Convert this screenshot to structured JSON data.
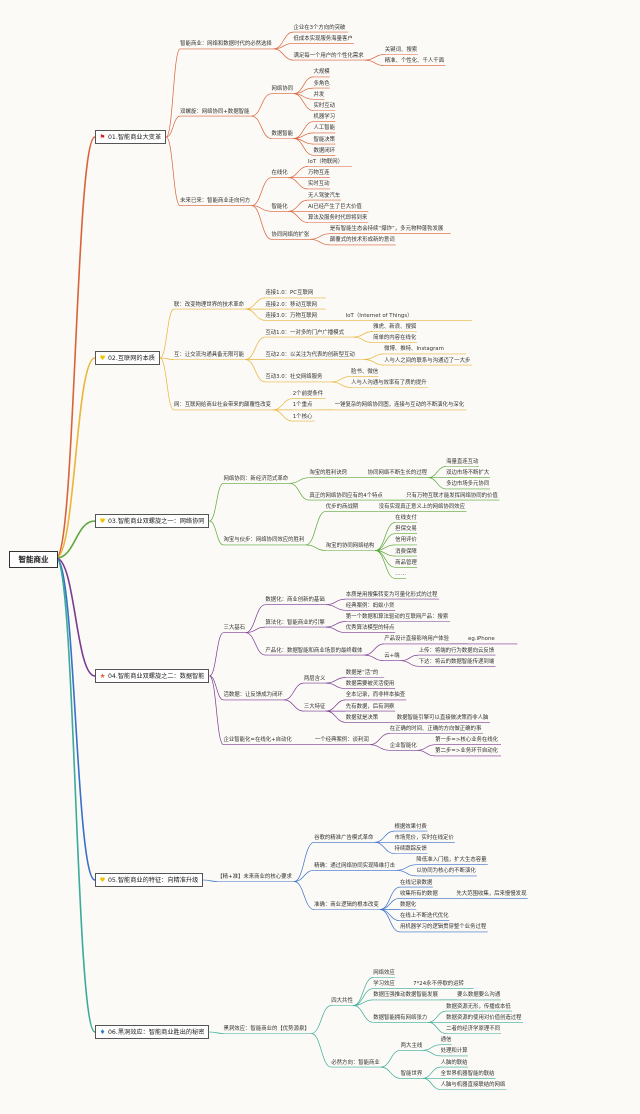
{
  "root": {
    "label": "智能商业"
  },
  "branches": [
    {
      "id": "b1",
      "label": "01.智能商业大变革",
      "icon": "red-flag-icon",
      "iconChar": "⚑",
      "iconColor": "#d0211d",
      "color": "#d9623a",
      "children": [
        {
          "label": "智能商业：网络和数据时代的必然选择",
          "children": [
            {
              "label": "企业在3个方向的突破"
            },
            {
              "label": "低成本实现服务海量客户"
            },
            {
              "label": "满足每一个用户的个性化需求",
              "children": [
                {
                  "label": "关键词、搜索"
                },
                {
                  "label": "精准、个性化、千人千面"
                }
              ]
            }
          ]
        },
        {
          "label": "双螺旋：网络协同+数据智能",
          "children": [
            {
              "label": "网络协同",
              "children": [
                {
                  "label": "大规模"
                },
                {
                  "label": "多角色"
                },
                {
                  "label": "并发"
                },
                {
                  "label": "实时互动"
                }
              ]
            },
            {
              "label": "数据智能",
              "children": [
                {
                  "label": "机器学习"
                },
                {
                  "label": "人工智能"
                },
                {
                  "label": "智能决策"
                },
                {
                  "label": "数据闭环"
                }
              ]
            }
          ]
        },
        {
          "label": "未来已来：智能商业走向何方",
          "children": [
            {
              "label": "在线化",
              "children": [
                {
                  "label": "IoT（物联网）"
                },
                {
                  "label": "万物互连"
                },
                {
                  "label": "实时互动"
                }
              ]
            },
            {
              "label": "智能化",
              "children": [
                {
                  "label": "无人驾驶汽车"
                },
                {
                  "label": "AI已经产生了巨大价值"
                },
                {
                  "label": "算法及服务时代即将到来"
                }
              ]
            },
            {
              "label": "协同网络的扩张",
              "children": [
                {
                  "label": "是有智能生态会持续“爆炸”，多元物种蓬勃发展"
                },
                {
                  "label": "颠覆式的技术形成新的意词"
                }
              ]
            }
          ]
        }
      ]
    },
    {
      "id": "b2",
      "label": "02.互联网的本质",
      "icon": "heart-icon",
      "iconChar": "♥",
      "iconColor": "#f2c400",
      "color": "#e9b53a",
      "children": [
        {
          "label": "联：改变物理世界的技术革命",
          "children": [
            {
              "label": "连接1.0：PC互联网"
            },
            {
              "label": "连接2.0：移动互联网"
            },
            {
              "label": "连接3.0：万物互联网",
              "children": [
                {
                  "label": "IoT（Internet of Things）"
                }
              ]
            }
          ]
        },
        {
          "label": "互：让交流沟通具备无限可能",
          "children": [
            {
              "label": "互动1.0：一对多的门户广播模式",
              "children": [
                {
                  "label": "雅虎、新浪、搜狐"
                },
                {
                  "label": "简单的内容在线化"
                }
              ]
            },
            {
              "label": "互动2.0：以关注为代表的创新型互动",
              "children": [
                {
                  "label": "微博、推特、Instagram"
                },
                {
                  "label": "人与人之间的联系与沟通迈了一大步"
                }
              ]
            },
            {
              "label": "互动3.0：社交网络服务",
              "children": [
                {
                  "label": "脸书、微信"
                },
                {
                  "label": "人与人沟通与效率有了质的提升"
                }
              ]
            }
          ]
        },
        {
          "label": "网：互联网给商业社会带来的颠覆性改变",
          "children": [
            {
              "label": "2个前提条件"
            },
            {
              "label": "1个重点",
              "children": [
                {
                  "label": "一锤复杂的网络协同图，连接与互动的不断演化与深化"
                }
              ]
            },
            {
              "label": "1个核心"
            }
          ]
        }
      ]
    },
    {
      "id": "b3",
      "label": "03.智能商业双螺旋之一：网络协同",
      "icon": "heart-icon",
      "iconChar": "♥",
      "iconColor": "#f2c400",
      "color": "#5aa83a",
      "children": [
        {
          "label": "网络协同：新经济范式革命",
          "children": [
            {
              "label": "淘宝的胜利诀窍",
              "children": [
                {
                  "label": "协同网络不断生长的过程",
                  "children": [
                    {
                      "label": "海量直连互动"
                    },
                    {
                      "label": "双边市场不断扩大"
                    },
                    {
                      "label": "多边市场多元协同"
                    }
                  ]
                }
              ]
            },
            {
              "label": "真正的网络协同应有的4个特点",
              "children": [
                {
                  "label": "只有万物互联才能发挥网络协同的价值"
                }
              ]
            }
          ]
        },
        {
          "label": "淘宝与伙步：网络协同效应的胜利",
          "children": [
            {
              "label": "优步的商战期",
              "children": [
                {
                  "label": "没有实现真正意义上的网络协同效应"
                }
              ]
            },
            {
              "label": "淘宝的协同网络结构",
              "children": [
                {
                  "label": "在线支付"
                },
                {
                  "label": "担保交易"
                },
                {
                  "label": "信用评价"
                },
                {
                  "label": "消费保障"
                },
                {
                  "label": "商品管理"
                },
                {
                  "label": "……"
                }
              ]
            }
          ]
        }
      ]
    },
    {
      "id": "b4",
      "label": "04.智能商业双螺旋之二：数据智能",
      "icon": "star-icon",
      "iconChar": "★",
      "iconColor": "#e8632b",
      "color": "#7a3a93",
      "children": [
        {
          "label": "三大基石",
          "children": [
            {
              "label": "数据化：商业创新的基础",
              "children": [
                {
                  "label": "本质是用搜集转变为可量化形式的过程"
                },
                {
                  "label": "经典案例：蚂蚁小贷"
                }
              ]
            },
            {
              "label": "算法化：智能商业的引擎",
              "children": [
                {
                  "label": "第一个数据和算法驱动的互联网产品：搜索"
                },
                {
                  "label": "优秀算法模型的特点"
                }
              ]
            },
            {
              "label": "产品化：数据智能和商业场景的最终载体",
              "children": [
                {
                  "label": "产品设计直接影响用户体验",
                  "children": [
                    {
                      "label": "eg.iPhone"
                    }
                  ]
                },
                {
                  "label": "云+端",
                  "children": [
                    {
                      "label": "上传：将端的行为数据向云反馈"
                    },
                    {
                      "label": "下达：将云的数据智能传递到端"
                    }
                  ]
                }
              ]
            }
          ]
        },
        {
          "label": "活数据：让反馈成为闭环",
          "children": [
            {
              "label": "两层含义",
              "children": [
                {
                  "label": "数据是“活”的"
                },
                {
                  "label": "数据需要被灵活使用"
                }
              ]
            },
            {
              "label": "三大特征",
              "children": [
                {
                  "label": "全本记录，而非样本抽查"
                },
                {
                  "label": "先有数据，后有洞察"
                },
                {
                  "label": "数据就是决策",
                  "children": [
                    {
                      "label": "数据智能引擎可以直接做决策而非人脑"
                    }
                  ]
                }
              ]
            }
          ]
        },
        {
          "label": "企业智能化=在线化+自动化",
          "children": [
            {
              "label": "一个经典案例：谈利润",
              "children": [
                {
                  "label": "在正确的时间、正确的方向做正确的事"
                },
                {
                  "label": "企业智能化",
                  "children": [
                    {
                      "label": "第一步=>核心业务在线化"
                    },
                    {
                      "label": "第二步=>业务环节自动化"
                    }
                  ]
                }
              ]
            }
          ]
        }
      ]
    },
    {
      "id": "b5",
      "label": "05.智能商业的特征：向精准升级",
      "icon": "heart-icon",
      "iconChar": "♥",
      "iconColor": "#f2c400",
      "color": "#3a6fc8",
      "children": [
        {
          "label": "【精+准】未来商业的核心要求",
          "children": [
            {
              "label": "谷歌的精准广告模式革命",
              "children": [
                {
                  "label": "根据效果付费"
                },
                {
                  "label": "市场竞价，实时在线定价"
                },
                {
                  "label": "持续跟踪反馈"
                }
              ]
            },
            {
              "label": "精确：通过网络协同实现降维打击",
              "children": [
                {
                  "label": "降低准入门槛，扩大生态容量"
                },
                {
                  "label": "以协同为核心的不断演化"
                }
              ]
            },
            {
              "label": "准确：商业逻辑的根本改变",
              "children": [
                {
                  "label": "在线记录数据"
                },
                {
                  "label": "收集所有的数据",
                  "children": [
                    {
                      "label": "先大范围收集，后来慢慢发现"
                    }
                  ]
                },
                {
                  "label": "数据化"
                },
                {
                  "label": "在线上不断迭代优化"
                },
                {
                  "label": "用机器学习的逻辑贯穿整个业务过程"
                }
              ]
            }
          ]
        }
      ]
    },
    {
      "id": "b6",
      "label": "06.黑洞效应：智能商业胜出的秘密",
      "icon": "fire-icon",
      "iconChar": "♦",
      "iconColor": "#2b7fd6",
      "color": "#3aaa9a",
      "children": [
        {
          "label": "黑洞效应：智能商业的【优势源泉】",
          "children": [
            {
              "label": "四大共性",
              "children": [
                {
                  "label": "网络效应"
                },
                {
                  "label": "学习效应",
                  "children": [
                    {
                      "label": "7*24永不停歇的运转"
                    }
                  ]
                },
                {
                  "label": "数据压强推动数据智能发展",
                  "children": [
                    {
                      "label": "要么数据要么沟通"
                    }
                  ]
                },
                {
                  "label": "数据智能拥有网络张力",
                  "children": [
                    {
                      "label": "数据资源无形，传播成本低"
                    },
                    {
                      "label": "数据资源的使用对价值创造过程"
                    },
                    {
                      "label": "二者的经济学原理不同"
                    }
                  ]
                }
              ]
            },
            {
              "label": "必然方向：智能商业",
              "children": [
                {
                  "label": "两大主线",
                  "children": [
                    {
                      "label": "通信"
                    },
                    {
                      "label": "处理和计算"
                    }
                  ]
                },
                {
                  "label": "智能世界",
                  "children": [
                    {
                      "label": "人脑的联结"
                    },
                    {
                      "label": "全世界机器智能的联结"
                    },
                    {
                      "label": "人脑与机器直接联结的网络"
                    }
                  ]
                }
              ]
            }
          ]
        }
      ]
    }
  ]
}
